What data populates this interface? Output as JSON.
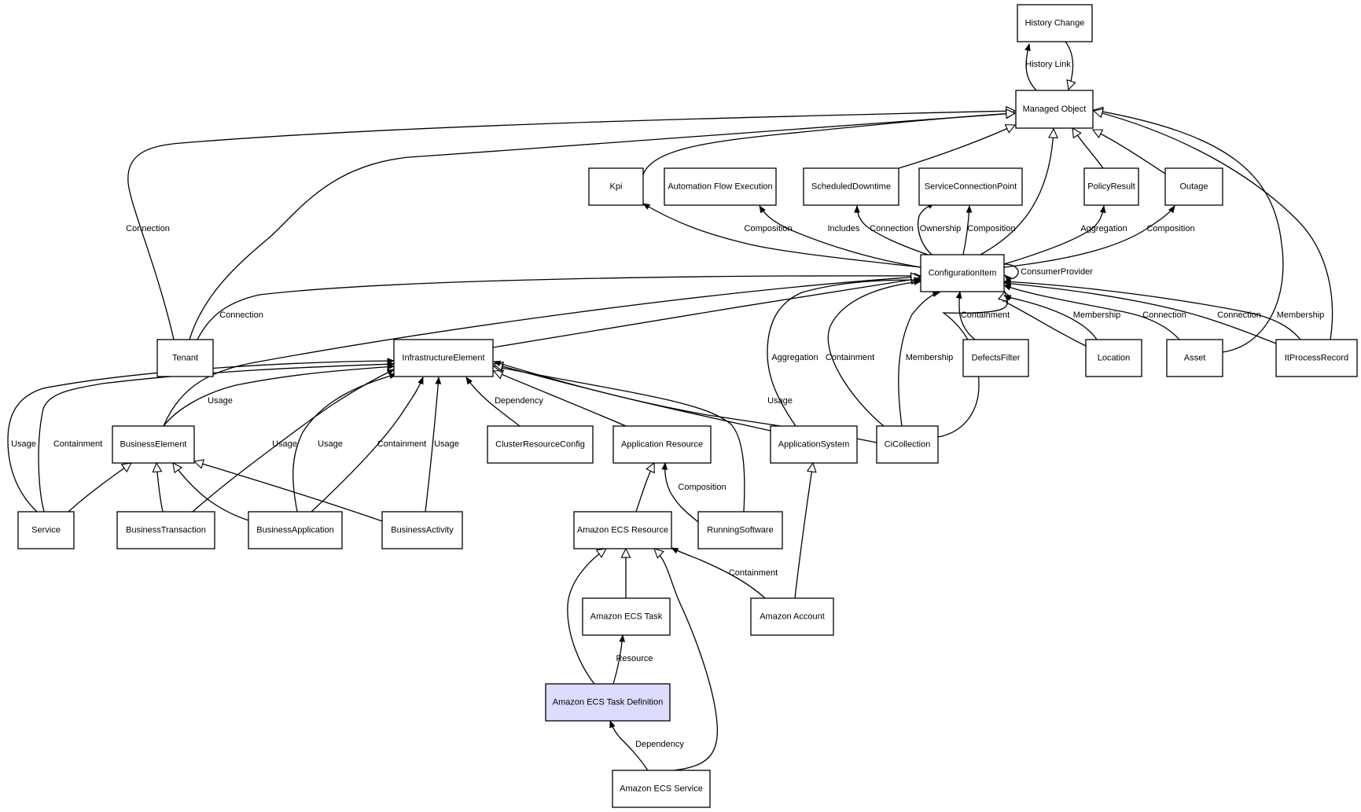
{
  "diagram": {
    "highlight_color": "#dcdcff",
    "nodes": [
      {
        "id": "history_change",
        "label": "History Change"
      },
      {
        "id": "managed_object",
        "label": "Managed Object"
      },
      {
        "id": "kpi",
        "label": "Kpi"
      },
      {
        "id": "automation_flow_execution",
        "label": "Automation Flow Execution"
      },
      {
        "id": "scheduled_downtime",
        "label": "ScheduledDowntime"
      },
      {
        "id": "service_connection_point",
        "label": "ServiceConnectionPoint"
      },
      {
        "id": "policy_result",
        "label": "PolicyResult"
      },
      {
        "id": "outage",
        "label": "Outage"
      },
      {
        "id": "configuration_item",
        "label": "ConfigurationItem"
      },
      {
        "id": "tenant",
        "label": "Tenant"
      },
      {
        "id": "infrastructure_element",
        "label": "InfrastructureElement"
      },
      {
        "id": "defects_filter",
        "label": "DefectsFilter"
      },
      {
        "id": "location",
        "label": "Location"
      },
      {
        "id": "asset",
        "label": "Asset"
      },
      {
        "id": "it_process_record",
        "label": "ItProcessRecord"
      },
      {
        "id": "business_element",
        "label": "BusinessElement"
      },
      {
        "id": "cluster_resource_config",
        "label": "ClusterResourceConfig"
      },
      {
        "id": "application_resource",
        "label": "Application Resource"
      },
      {
        "id": "application_system",
        "label": "ApplicationSystem"
      },
      {
        "id": "ci_collection",
        "label": "CiCollection"
      },
      {
        "id": "service",
        "label": "Service"
      },
      {
        "id": "business_transaction",
        "label": "BusinessTransaction"
      },
      {
        "id": "business_application",
        "label": "BusinessApplication"
      },
      {
        "id": "business_activity",
        "label": "BusinessActivity"
      },
      {
        "id": "amazon_ecs_resource",
        "label": "Amazon ECS Resource"
      },
      {
        "id": "running_software",
        "label": "RunningSoftware"
      },
      {
        "id": "amazon_ecs_task",
        "label": "Amazon ECS Task"
      },
      {
        "id": "amazon_account",
        "label": "Amazon Account"
      },
      {
        "id": "amazon_ecs_task_definition",
        "label": "Amazon ECS Task Definition",
        "highlighted": true
      },
      {
        "id": "amazon_ecs_service",
        "label": "Amazon ECS Service"
      }
    ],
    "edges": [
      {
        "id": "e01",
        "from": "managed_object",
        "to": "history_change",
        "label": "History Link",
        "arrow": "filled"
      },
      {
        "id": "e02",
        "from": "history_change",
        "to": "managed_object",
        "label": "",
        "arrow": "hollow"
      },
      {
        "id": "e03",
        "from": "tenant",
        "to": "managed_object",
        "label": "Connection",
        "arrow": "hollow"
      },
      {
        "id": "e04",
        "from": "tenant",
        "to": "managed_object",
        "label": "",
        "arrow": "hollow"
      },
      {
        "id": "e05",
        "from": "kpi",
        "to": "managed_object",
        "label": "",
        "arrow": "hollow"
      },
      {
        "id": "e06",
        "from": "scheduled_downtime",
        "to": "managed_object",
        "label": "",
        "arrow": "hollow"
      },
      {
        "id": "e07",
        "from": "configuration_item",
        "to": "managed_object",
        "label": "",
        "arrow": "hollow"
      },
      {
        "id": "e08",
        "from": "policy_result",
        "to": "managed_object",
        "label": "",
        "arrow": "hollow"
      },
      {
        "id": "e09",
        "from": "outage",
        "to": "managed_object",
        "label": "",
        "arrow": "hollow"
      },
      {
        "id": "e10",
        "from": "asset",
        "to": "managed_object",
        "label": "",
        "arrow": "hollow"
      },
      {
        "id": "e11",
        "from": "it_process_record",
        "to": "managed_object",
        "label": "",
        "arrow": "hollow"
      },
      {
        "id": "e12",
        "from": "configuration_item",
        "to": "kpi",
        "label": "Composition",
        "arrow": "filled"
      },
      {
        "id": "e13",
        "from": "configuration_item",
        "to": "automation_flow_execution",
        "label": "Includes",
        "arrow": "filled"
      },
      {
        "id": "e14",
        "from": "configuration_item",
        "to": "scheduled_downtime",
        "label": "Connection",
        "arrow": "filled"
      },
      {
        "id": "e15",
        "from": "configuration_item",
        "to": "service_connection_point",
        "label": "Ownership",
        "arrow": "filled"
      },
      {
        "id": "e16",
        "from": "configuration_item",
        "to": "service_connection_point",
        "label": "Composition",
        "arrow": "filled"
      },
      {
        "id": "e17",
        "from": "configuration_item",
        "to": "policy_result",
        "label": "Aggregation",
        "arrow": "filled"
      },
      {
        "id": "e18",
        "from": "configuration_item",
        "to": "outage",
        "label": "Composition",
        "arrow": "filled"
      },
      {
        "id": "e19",
        "from": "configuration_item",
        "to": "configuration_item",
        "label": "ConsumerProvider",
        "arrow": "filled"
      },
      {
        "id": "e20",
        "from": "tenant",
        "to": "configuration_item",
        "label": "Connection",
        "arrow": "filled"
      },
      {
        "id": "e21",
        "from": "infrastructure_element",
        "to": "configuration_item",
        "label": "",
        "arrow": "hollow"
      },
      {
        "id": "e22",
        "from": "business_element",
        "to": "configuration_item",
        "label": "",
        "arrow": "hollow"
      },
      {
        "id": "e23",
        "from": "application_system",
        "to": "configuration_item",
        "label": "Aggregation",
        "arrow": "filled"
      },
      {
        "id": "e24",
        "from": "ci_collection",
        "to": "configuration_item",
        "label": "Containment",
        "arrow": "filled"
      },
      {
        "id": "e25",
        "from": "ci_collection",
        "to": "configuration_item",
        "label": "Membership",
        "arrow": "filled"
      },
      {
        "id": "e26",
        "from": "ci_collection",
        "to": "configuration_item",
        "label": "",
        "arrow": "hollow"
      },
      {
        "id": "e27",
        "from": "defects_filter",
        "to": "configuration_item",
        "label": "Containment",
        "arrow": "filled"
      },
      {
        "id": "e28",
        "from": "location",
        "to": "configuration_item",
        "label": "",
        "arrow": "hollow"
      },
      {
        "id": "e29",
        "from": "location",
        "to": "configuration_item",
        "label": "Membership",
        "arrow": "filled"
      },
      {
        "id": "e30",
        "from": "asset",
        "to": "configuration_item",
        "label": "Connection",
        "arrow": "filled"
      },
      {
        "id": "e31",
        "from": "it_process_record",
        "to": "configuration_item",
        "label": "Connection",
        "arrow": "filled"
      },
      {
        "id": "e32",
        "from": "it_process_record",
        "to": "configuration_item",
        "label": "Membership",
        "arrow": "filled"
      },
      {
        "id": "e33",
        "from": "service",
        "to": "infrastructure_element",
        "label": "Usage",
        "arrow": "filled"
      },
      {
        "id": "e34",
        "from": "service",
        "to": "infrastructure_element",
        "label": "Containment",
        "arrow": "filled"
      },
      {
        "id": "e35",
        "from": "business_element",
        "to": "infrastructure_element",
        "label": "Usage",
        "arrow": "filled"
      },
      {
        "id": "e36",
        "from": "business_transaction",
        "to": "infrastructure_element",
        "label": "Usage",
        "arrow": "filled"
      },
      {
        "id": "e37",
        "from": "business_application",
        "to": "infrastructure_element",
        "label": "Usage",
        "arrow": "filled"
      },
      {
        "id": "e38",
        "from": "business_application",
        "to": "infrastructure_element",
        "label": "Containment",
        "arrow": "filled"
      },
      {
        "id": "e39",
        "from": "business_activity",
        "to": "infrastructure_element",
        "label": "Usage",
        "arrow": "filled"
      },
      {
        "id": "e40",
        "from": "cluster_resource_config",
        "to": "infrastructure_element",
        "label": "Dependency",
        "arrow": "filled"
      },
      {
        "id": "e41",
        "from": "application_resource",
        "to": "infrastructure_element",
        "label": "",
        "arrow": "hollow"
      },
      {
        "id": "e42",
        "from": "running_software",
        "to": "infrastructure_element",
        "label": "",
        "arrow": "hollow"
      },
      {
        "id": "e43",
        "from": "application_system",
        "to": "infrastructure_element",
        "label": "",
        "arrow": "hollow"
      },
      {
        "id": "e44",
        "from": "ci_collection",
        "to": "infrastructure_element",
        "label": "Usage",
        "arrow": "filled"
      },
      {
        "id": "e45",
        "from": "service",
        "to": "business_element",
        "label": "",
        "arrow": "hollow"
      },
      {
        "id": "e46",
        "from": "business_transaction",
        "to": "business_element",
        "label": "",
        "arrow": "hollow"
      },
      {
        "id": "e47",
        "from": "business_application",
        "to": "business_element",
        "label": "",
        "arrow": "hollow"
      },
      {
        "id": "e48",
        "from": "business_activity",
        "to": "business_element",
        "label": "",
        "arrow": "hollow"
      },
      {
        "id": "e49",
        "from": "amazon_ecs_resource",
        "to": "application_resource",
        "label": "",
        "arrow": "hollow"
      },
      {
        "id": "e50",
        "from": "running_software",
        "to": "application_resource",
        "label": "Composition",
        "arrow": "filled"
      },
      {
        "id": "e51",
        "from": "amazon_account",
        "to": "application_system",
        "label": "",
        "arrow": "hollow"
      },
      {
        "id": "e52",
        "from": "amazon_ecs_task",
        "to": "amazon_ecs_resource",
        "label": "",
        "arrow": "hollow"
      },
      {
        "id": "e53",
        "from": "amazon_ecs_task_definition",
        "to": "amazon_ecs_resource",
        "label": "",
        "arrow": "hollow"
      },
      {
        "id": "e54",
        "from": "amazon_ecs_service",
        "to": "amazon_ecs_resource",
        "label": "",
        "arrow": "hollow"
      },
      {
        "id": "e55",
        "from": "amazon_account",
        "to": "amazon_ecs_resource",
        "label": "Containment",
        "arrow": "filled"
      },
      {
        "id": "e56",
        "from": "amazon_ecs_task_definition",
        "to": "amazon_ecs_task",
        "label": "Resource",
        "arrow": "filled"
      },
      {
        "id": "e57",
        "from": "amazon_ecs_service",
        "to": "amazon_ecs_task_definition",
        "label": "Dependency",
        "arrow": "filled"
      }
    ]
  }
}
